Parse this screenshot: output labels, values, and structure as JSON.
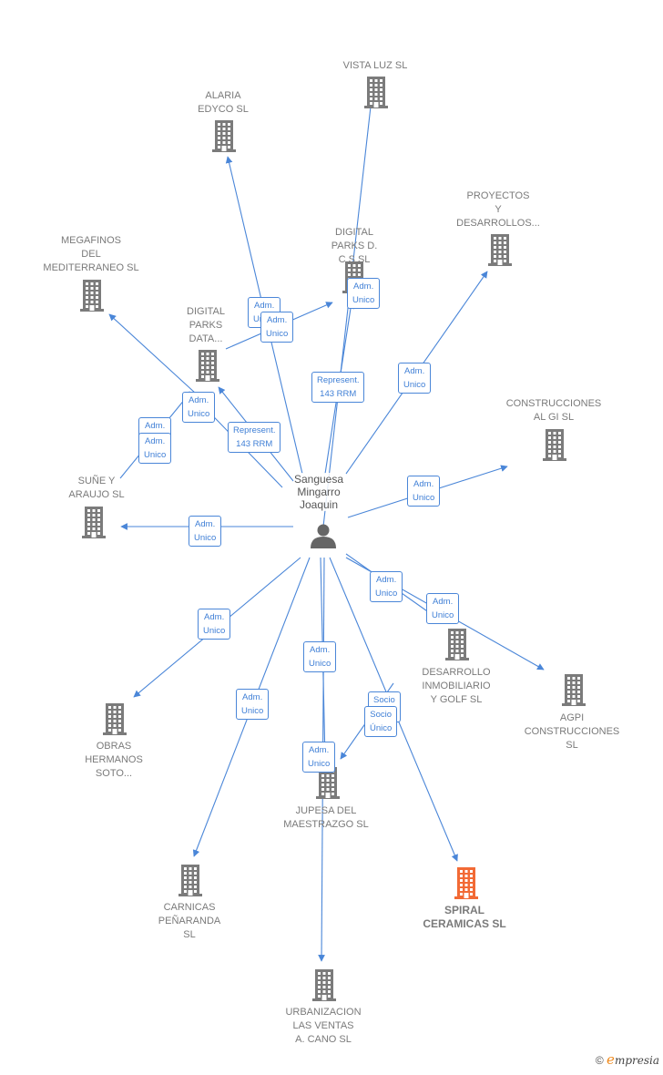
{
  "diagram": {
    "center": {
      "name": "Sanguesa\nMingarro\nJoaquin"
    },
    "companies": [
      {
        "id": "vista",
        "name": "VISTA LUZ SL"
      },
      {
        "id": "alaria",
        "name": "ALARIA\nEDYCO SL"
      },
      {
        "id": "proyectos",
        "name": "PROYECTOS\nY\nDESARROLLOS..."
      },
      {
        "id": "digitalcs",
        "name": "DIGITAL\nPARKS D.\nC.S SL"
      },
      {
        "id": "megafinos",
        "name": "MEGAFINOS\nDEL\nMEDITERRANEO SL"
      },
      {
        "id": "digitaldata",
        "name": "DIGITAL\nPARKS\nDATA..."
      },
      {
        "id": "construcciones",
        "name": "CONSTRUCCIONES\nAL GI SL"
      },
      {
        "id": "sune",
        "name": "SUÑE Y\nARAUJO SL"
      },
      {
        "id": "desarrollo",
        "name": "DESARROLLO\nINMOBILIARIO\nY GOLF SL"
      },
      {
        "id": "agpi",
        "name": "AGPI\nCONSTRUCCIONES SL"
      },
      {
        "id": "obras",
        "name": "OBRAS\nHERMANOS\nSOTO..."
      },
      {
        "id": "jupesa",
        "name": "JUPESA DEL\nMAESTRAZGO SL"
      },
      {
        "id": "carnicas",
        "name": "CARNICAS\nPEÑARANDA\nSL"
      },
      {
        "id": "spiral",
        "name": "SPIRAL\nCERAMICAS SL",
        "highlight": true
      },
      {
        "id": "urbanizacion",
        "name": "URBANIZACION\nLAS VENTAS\nA. CANO SL"
      }
    ],
    "relations": [
      {
        "label": "Adm.\nUnico"
      },
      {
        "label": "Adm.\nUnico"
      },
      {
        "label": "Adm.\nUnico"
      },
      {
        "label": "Adm.\nUnico"
      },
      {
        "label": "Represent.\n143 RRM"
      },
      {
        "label": "Adm.\nUnico"
      },
      {
        "label": "Adm.\nUnico"
      },
      {
        "label": "Represent.\n143 RRM"
      },
      {
        "label": "Adm.\nUnico"
      },
      {
        "label": "Adm.\nUnico"
      },
      {
        "label": "Adm.\nUnico"
      },
      {
        "label": "Adm.\nUnico"
      },
      {
        "label": "Adm.\nUnico"
      },
      {
        "label": "Adm.\nUnico"
      },
      {
        "label": "Adm.\nUnico"
      },
      {
        "label": "Adm.\nUnico"
      },
      {
        "label": "Socio\n..."
      },
      {
        "label": "Socio\nÚnico"
      },
      {
        "label": "Adm.\nUnico"
      }
    ],
    "colors": {
      "edge": "#4a86d8",
      "building": "#7b7b7b",
      "highlight": "#f26a35",
      "person": "#666666"
    }
  },
  "footer": {
    "copyright": "©",
    "brand_initial": "e",
    "brand_rest": "mpresia"
  }
}
